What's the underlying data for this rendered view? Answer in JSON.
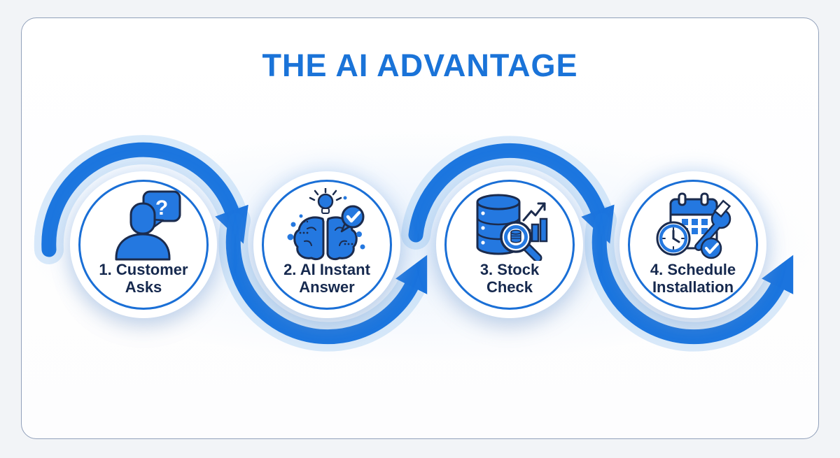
{
  "title": "THE AI ADVANTAGE",
  "steps": [
    {
      "label": "1. Customer\nAsks",
      "icon": "person-question-icon",
      "bubble_char": "?"
    },
    {
      "label": "2. AI Instant\nAnswer",
      "icon": "brain-answer-icon"
    },
    {
      "label": "3. Stock\nCheck",
      "icon": "database-search-icon"
    },
    {
      "label": "4. Schedule\nInstallation",
      "icon": "calendar-schedule-icon"
    }
  ],
  "flow": {
    "style": "circular-swoop-arrows",
    "arrow_count": 4
  },
  "colors": {
    "primary_blue": "#1c76df",
    "title_blue": "#1a73d8",
    "ring_blue": "#1a6fd6",
    "outline_navy": "#1b2b4d",
    "label_navy": "#16294e",
    "card_background": "#ffffff",
    "page_background": "#f2f4f7",
    "card_border": "#91a0ba"
  }
}
